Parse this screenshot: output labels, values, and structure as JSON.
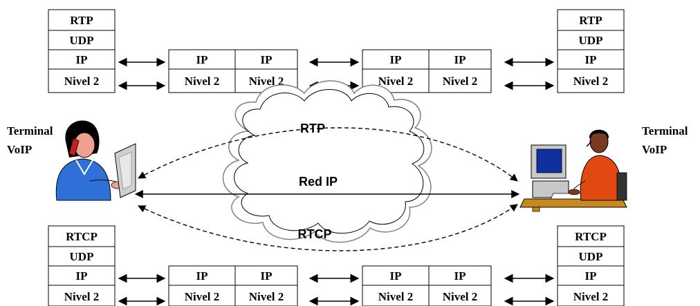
{
  "colors": {
    "line": "#000000",
    "cloud_outline": "#808080",
    "shirt_blue": "#2f6fd8",
    "skin": "#f0a090",
    "hair": "#000000",
    "monitor": "#c8c8c8",
    "screen": "#1030a0",
    "shirt_orange": "#e04a10",
    "desk": "#c88a20"
  },
  "top_stacks": {
    "end_left": [
      "RTP",
      "UDP",
      "IP",
      "Nivel 2"
    ],
    "router_1": [
      [
        "IP",
        "IP"
      ],
      [
        "Nivel 2",
        "Nivel 2"
      ]
    ],
    "router_2": [
      [
        "IP",
        "IP"
      ],
      [
        "Nivel 2",
        "Nivel 2"
      ]
    ],
    "end_right": [
      "RTP",
      "UDP",
      "IP",
      "Nivel 2"
    ]
  },
  "bottom_stacks": {
    "end_left": [
      "RTCP",
      "UDP",
      "IP",
      "Nivel 2"
    ],
    "router_1": [
      [
        "IP",
        "IP"
      ],
      [
        "Nivel 2",
        "Nivel 2"
      ]
    ],
    "router_2": [
      [
        "IP",
        "IP"
      ],
      [
        "Nivel 2",
        "Nivel 2"
      ]
    ],
    "end_right": [
      "RTCP",
      "UDP",
      "IP",
      "Nivel 2"
    ]
  },
  "network": {
    "cloud_label": "Red IP",
    "rtp_label": "RTP",
    "rtcp_label": "RTCP"
  },
  "terminals": {
    "left": {
      "line1": "Terminal",
      "line2": "VoIP",
      "icon": "woman-phone-icon"
    },
    "right": {
      "line1": "Terminal",
      "line2": "VoIP",
      "icon": "man-computer-icon"
    }
  }
}
